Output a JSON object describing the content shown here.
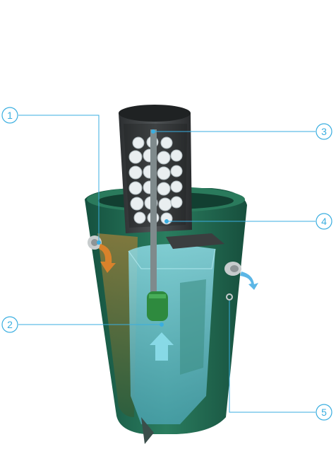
{
  "diagram": {
    "description_type": "cutaway-illustration",
    "callouts": [
      {
        "id": "1",
        "label": "1"
      },
      {
        "id": "2",
        "label": "2"
      },
      {
        "id": "3",
        "label": "3"
      },
      {
        "id": "4",
        "label": "4"
      },
      {
        "id": "5",
        "label": "5"
      }
    ],
    "colors": {
      "callout_line": "#3aaee0",
      "tank_shell": "#1f6b52",
      "water": "#6fc6d6",
      "filter_housing": "#3f4244",
      "filter_media": "#e9eef0",
      "inlet_flow": "#d9822b",
      "outlet_flow": "#5bb6e6",
      "pump": "#2e8a3e"
    }
  }
}
